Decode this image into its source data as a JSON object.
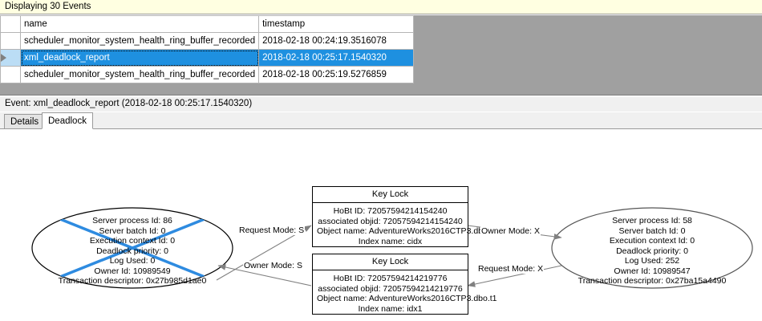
{
  "banner": {
    "text": "Displaying 30 Events"
  },
  "grid": {
    "columns": [
      {
        "key": "selector",
        "label": ""
      },
      {
        "key": "name",
        "label": "name"
      },
      {
        "key": "timestamp",
        "label": "timestamp"
      }
    ],
    "rows": [
      {
        "selected": false,
        "name": "scheduler_monitor_system_health_ring_buffer_recorded",
        "timestamp": "2018-02-18 00:24:19.3516078"
      },
      {
        "selected": true,
        "name": "xml_deadlock_report",
        "timestamp": "2018-02-18 00:25:17.1540320"
      },
      {
        "selected": false,
        "name": "scheduler_monitor_system_health_ring_buffer_recorded",
        "timestamp": "2018-02-18 00:25:19.5276859"
      }
    ],
    "selection_color": "#1E90E0",
    "empty_background_color": "#A0A0A0"
  },
  "event_header": {
    "text": "Event: xml_deadlock_report (2018-02-18 00:25:17.1540320)"
  },
  "tabs": [
    {
      "id": "details",
      "label": "Details",
      "active": false
    },
    {
      "id": "deadlock",
      "label": "Deadlock",
      "active": true
    }
  ],
  "deadlock_graph": {
    "victim_marker_color": "#2E8BE0",
    "process_left": {
      "role": "victim",
      "lines": [
        "Server process Id: 86",
        "Server batch Id: 0",
        "Execution context Id: 0",
        "Deadlock priority: 0",
        "Log Used: 0",
        "Owner Id: 10989549",
        "Transaction descriptor: 0x27b985d1ae0"
      ]
    },
    "process_right": {
      "role": "survivor",
      "lines": [
        "Server process Id: 58",
        "Server batch Id: 0",
        "Execution context Id: 0",
        "Deadlock priority: 0",
        "Log Used: 252",
        "Owner Id: 10989547",
        "Transaction descriptor: 0x27ba15a4490"
      ]
    },
    "resource_top": {
      "title": "Key Lock",
      "lines": [
        "HoBt ID: 72057594214154240",
        "associated objid: 72057594214154240",
        "Object name: AdventureWorks2016CTP3.dbo.t1",
        "Index name: cidx"
      ]
    },
    "resource_bottom": {
      "title": "Key Lock",
      "lines": [
        "HoBt ID: 72057594214219776",
        "associated objid: 72057594214219776",
        "Object name: AdventureWorks2016CTP3.dbo.t1",
        "Index name: idx1"
      ]
    },
    "edges": [
      {
        "id": "left-request-top",
        "label": "Request Mode: S"
      },
      {
        "id": "top-owner-right",
        "label": "Owner Mode: X"
      },
      {
        "id": "bottom-owner-left",
        "label": "Owner Mode: S"
      },
      {
        "id": "right-request-bottom",
        "label": "Request Mode: X"
      }
    ]
  }
}
